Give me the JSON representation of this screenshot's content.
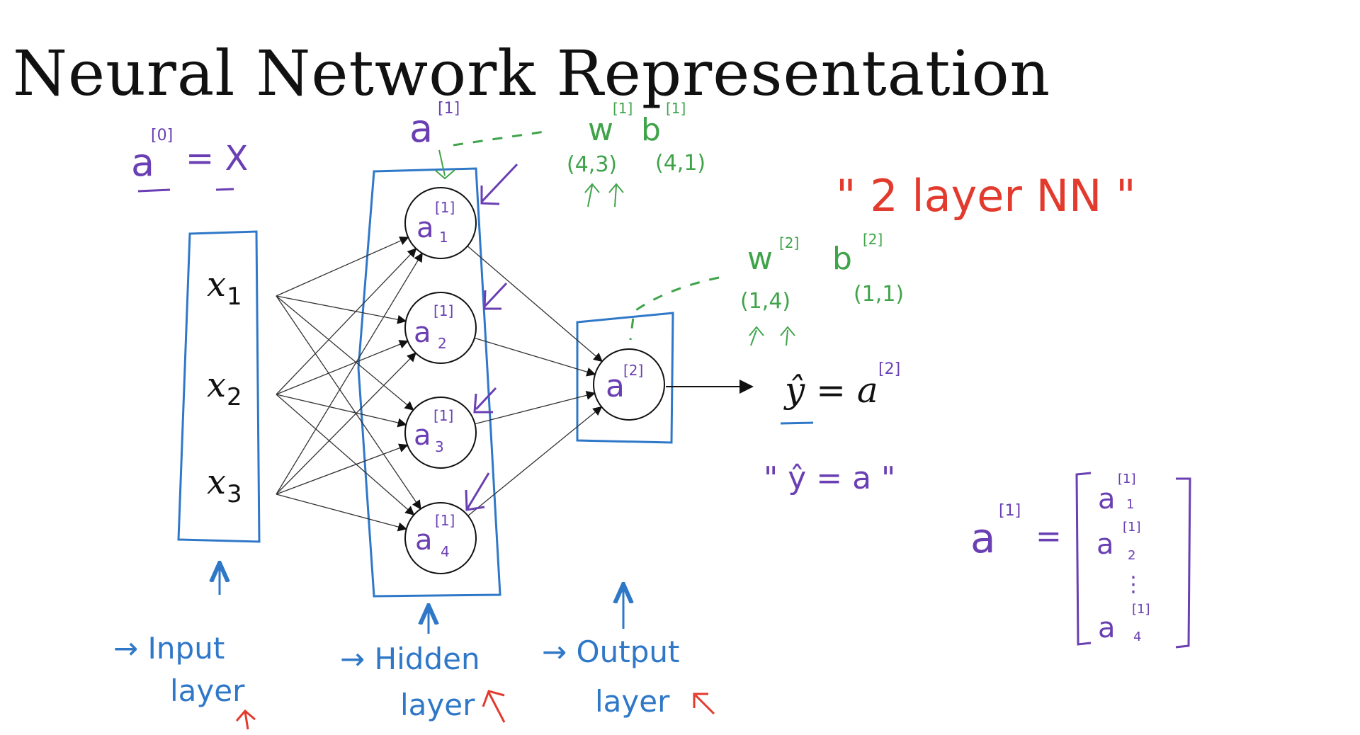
{
  "title": "Neural Network Representation",
  "colors": {
    "purple": "#6a3fb3",
    "blue": "#2f78c8",
    "green": "#3fa34a",
    "red": "#e23b2e",
    "black": "#111111"
  },
  "annotations": {
    "a0": "a",
    "a0_sup": "[0]",
    "eq_x": "= X",
    "a1_top": "a",
    "a1_top_sup": "[1]",
    "w1": "w",
    "w1_sup": "[1]",
    "b1": "b",
    "b1_sup": "[1]",
    "w1_shape": "(4,3)",
    "b1_shape": "(4,1)",
    "w2": "w",
    "w2_sup": "[2]",
    "b2": "b",
    "b2_sup": "[2]",
    "w2_shape": "(1,4)",
    "b2_shape": "(1,1)",
    "two_layer": "\" 2  layer  NN \"",
    "yhat": "ŷ = a",
    "yhat_sup": "[2]",
    "yhat_quote": "\" ŷ = a \"",
    "a1_vec": "a",
    "a1_vec_sup": "[1]",
    "a1_vec_eq": "="
  },
  "inputs": [
    {
      "label": "x",
      "sub": "1"
    },
    {
      "label": "x",
      "sub": "2"
    },
    {
      "label": "x",
      "sub": "3"
    }
  ],
  "hidden_nodes": [
    {
      "label": "a",
      "sup": "[1]",
      "sub": "1"
    },
    {
      "label": "a",
      "sup": "[1]",
      "sub": "2"
    },
    {
      "label": "a",
      "sup": "[1]",
      "sub": "3"
    },
    {
      "label": "a",
      "sup": "[1]",
      "sub": "4"
    }
  ],
  "output_node": {
    "label": "a",
    "sup": "[2]"
  },
  "vector_entries": [
    {
      "label": "a",
      "sup": "[1]",
      "sub": "1"
    },
    {
      "label": "a",
      "sup": "[1]",
      "sub": "2"
    },
    {
      "label": "⋮",
      "sup": "",
      "sub": ""
    },
    {
      "label": "a",
      "sup": "[1]",
      "sub": "4"
    }
  ],
  "layer_labels": {
    "input": [
      "→ Input",
      "layer"
    ],
    "hidden": [
      "→ Hidden",
      "layer"
    ],
    "output": [
      "→ Output",
      "layer"
    ]
  }
}
